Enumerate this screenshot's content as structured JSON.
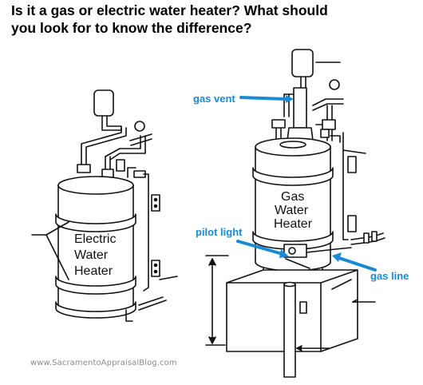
{
  "title": {
    "line1": "Is it a gas or electric water heater? What should",
    "line2": "you look for to know the difference?"
  },
  "electric_heater": {
    "label_lines": [
      "Electric",
      "Water",
      "Heater"
    ]
  },
  "gas_heater": {
    "label_lines": [
      "Gas",
      "Water",
      "Heater"
    ]
  },
  "callouts": {
    "gas_vent": "gas vent",
    "pilot_light": "pilot light",
    "gas_line": "gas line",
    "color": "#1a8ad4"
  },
  "credit": "www.SacramentoAppraisalBlog.com"
}
